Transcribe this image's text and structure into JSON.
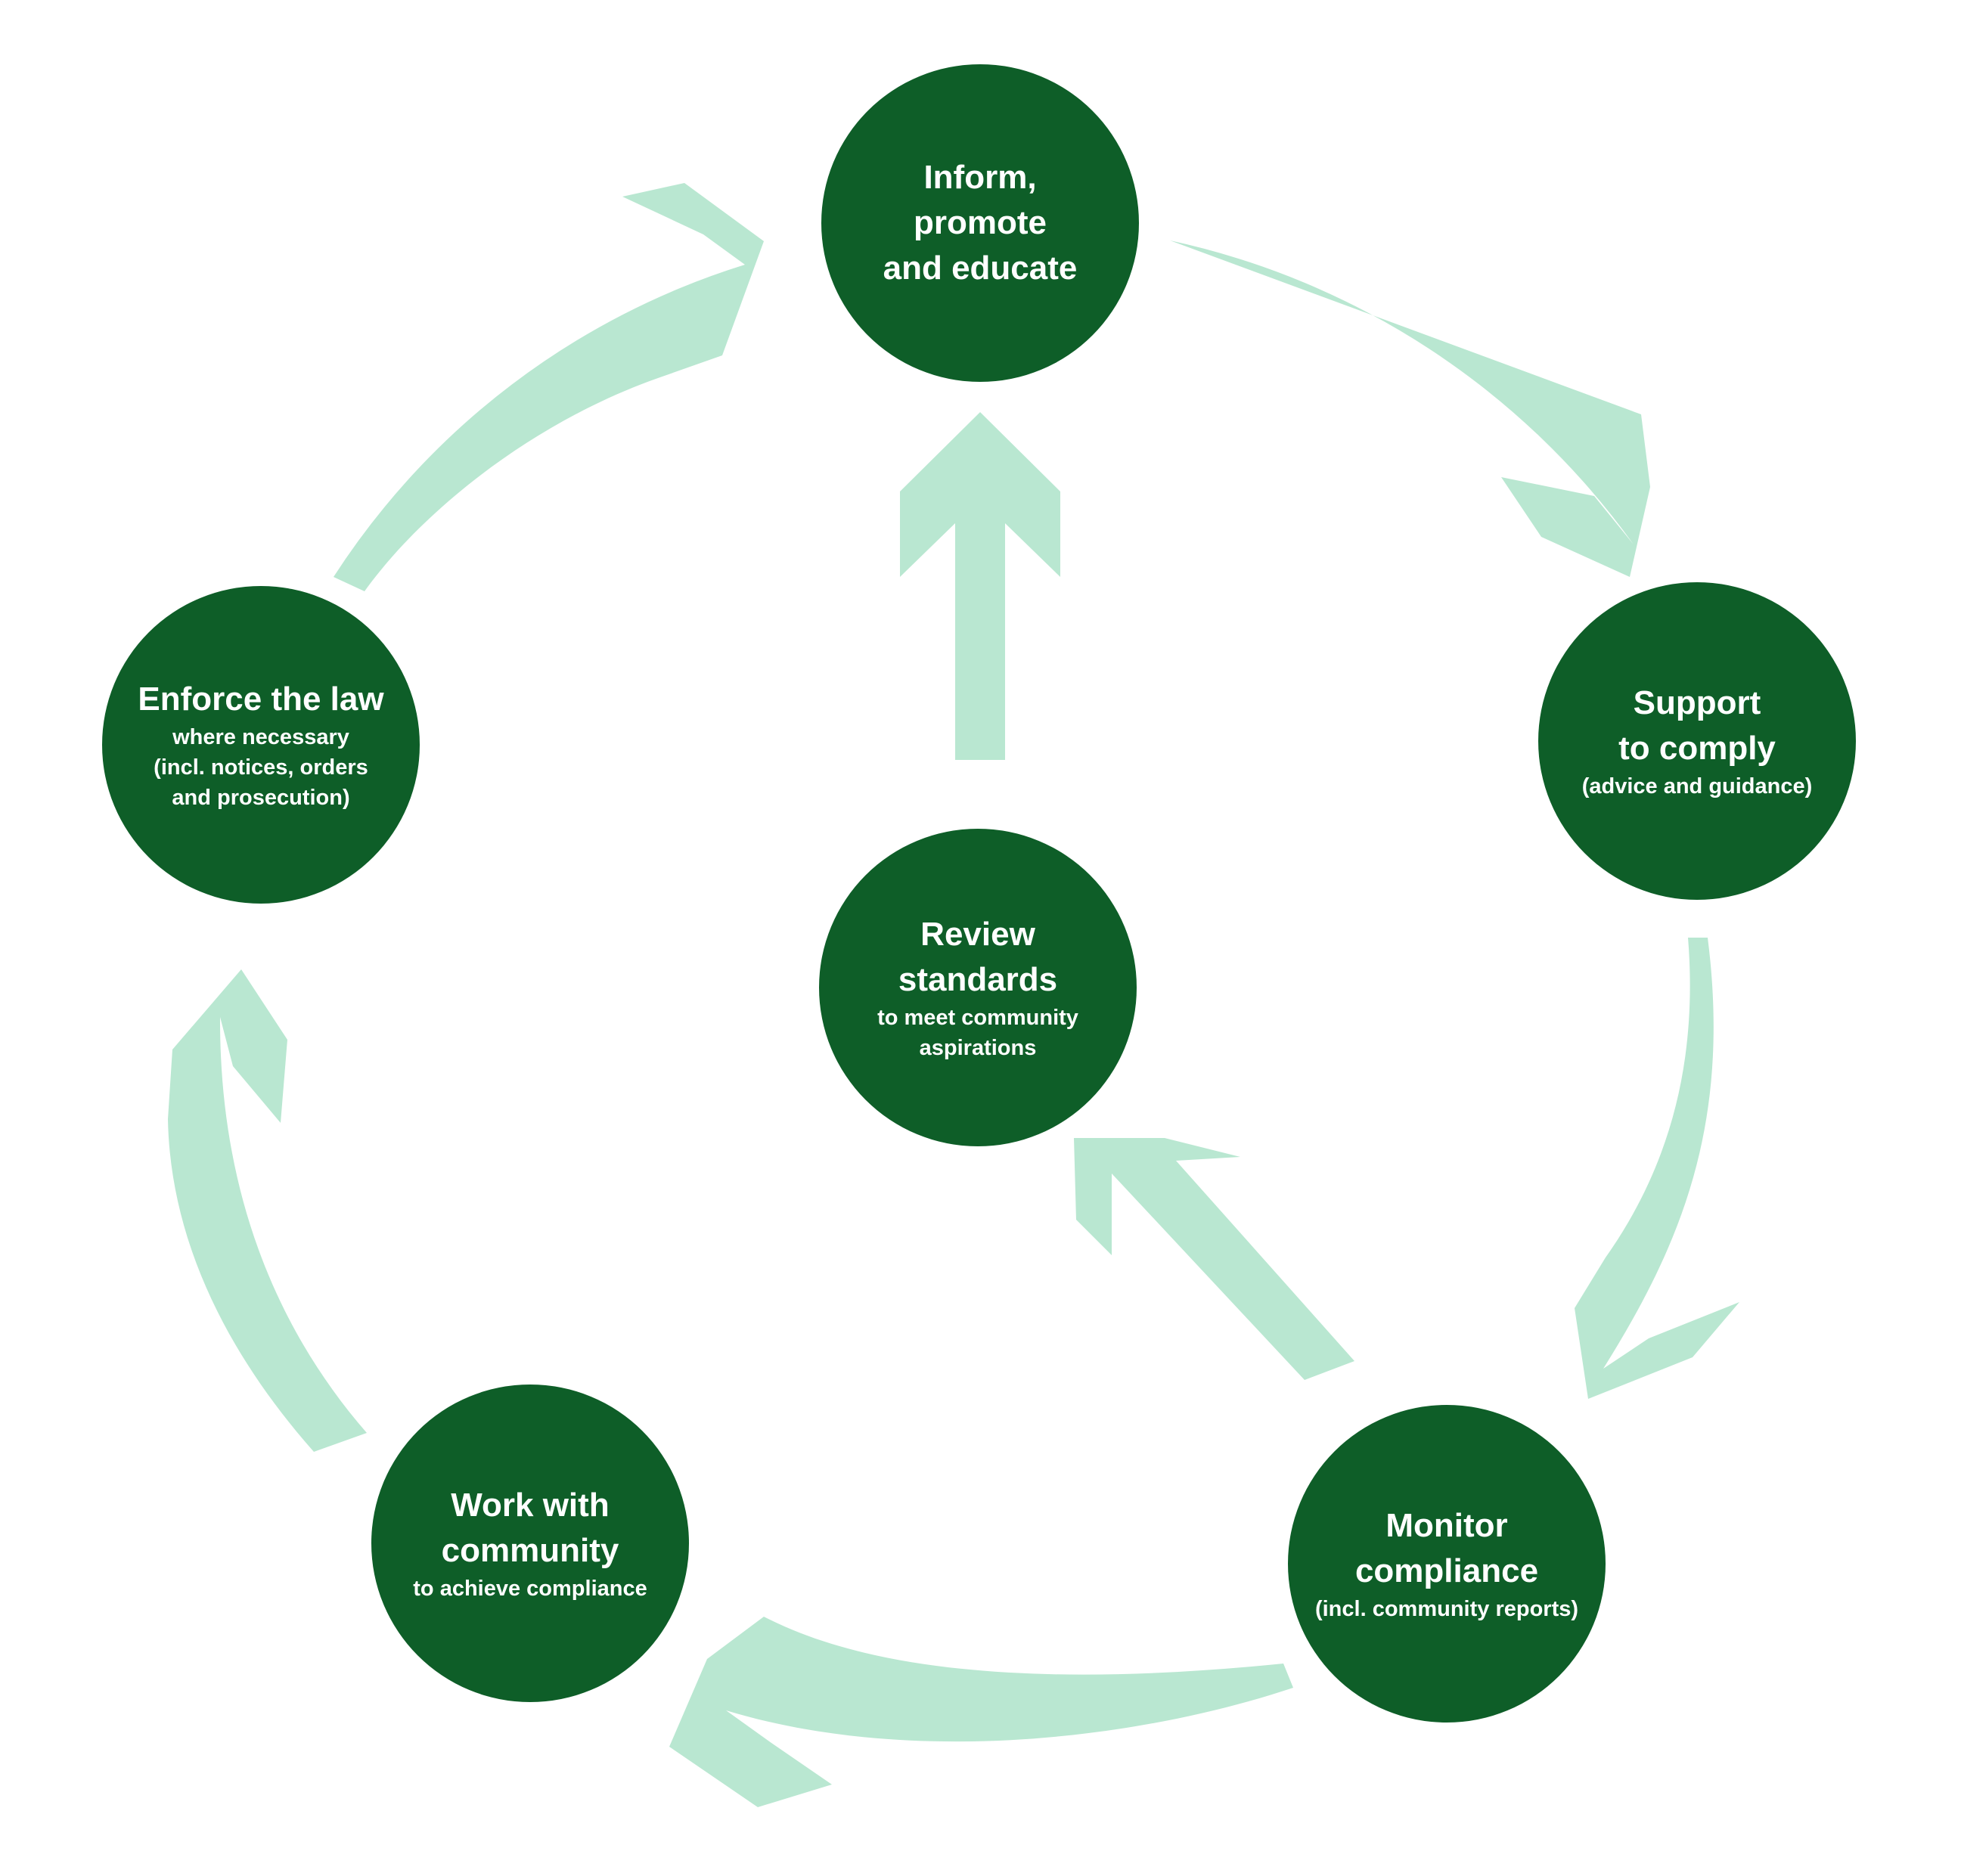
{
  "colors": {
    "node_fill": "#0e5e28",
    "node_text": "#ffffff",
    "arrow_fill": "#b9e7d1",
    "background": "#ffffff"
  },
  "nodes": [
    {
      "id": "inform",
      "title": "Inform,\npromote\nand educate",
      "subtitle": ""
    },
    {
      "id": "support",
      "title": "Support\nto comply",
      "subtitle": "(advice and guidance)"
    },
    {
      "id": "monitor",
      "title": "Monitor\ncompliance",
      "subtitle": "(incl. community reports)"
    },
    {
      "id": "work",
      "title": "Work with\ncommunity",
      "subtitle": "to achieve compliance"
    },
    {
      "id": "enforce",
      "title": "Enforce the law",
      "subtitle": "where necessary\n(incl. notices, orders\nand prosecution)"
    },
    {
      "id": "review",
      "title": "Review\nstandards",
      "subtitle": "to meet community\naspirations"
    }
  ],
  "flows": [
    {
      "from": "inform",
      "to": "support"
    },
    {
      "from": "support",
      "to": "monitor"
    },
    {
      "from": "monitor",
      "to": "work"
    },
    {
      "from": "work",
      "to": "enforce"
    },
    {
      "from": "enforce",
      "to": "inform"
    },
    {
      "from": "monitor",
      "to": "review"
    },
    {
      "from": "review",
      "to": "inform"
    }
  ]
}
